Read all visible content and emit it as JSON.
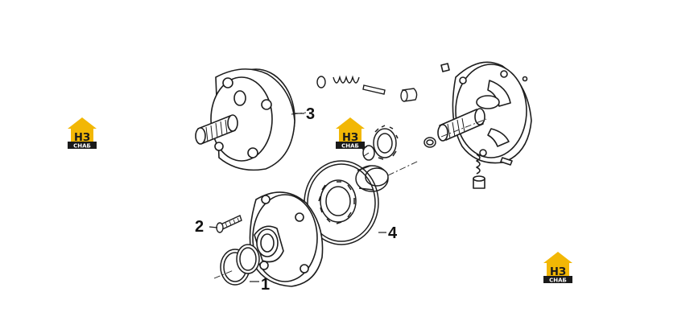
{
  "diagram": {
    "callouts": [
      {
        "label": "1"
      },
      {
        "label": "2"
      },
      {
        "label": "3"
      },
      {
        "label": "4"
      }
    ]
  },
  "watermark": {
    "brand_top": "НЗ",
    "brand_bottom": "СНАБ",
    "accent_color": "#f2b705"
  }
}
